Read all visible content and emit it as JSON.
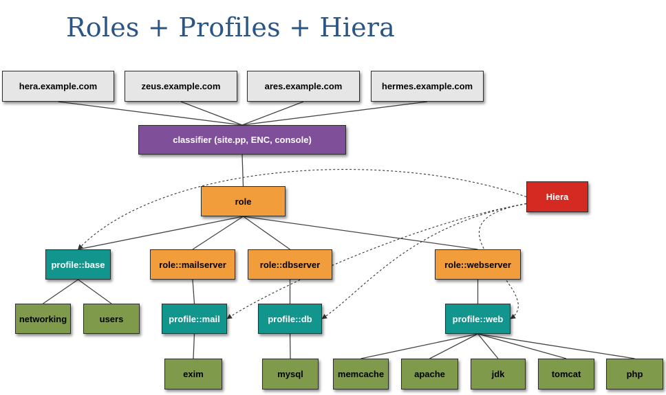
{
  "title": "Roles + Profiles + Hiera",
  "colors": {
    "title": "#2a5585",
    "host": "#e6e6e6",
    "classifier": "#7f4f9a",
    "role": "#f29d3c",
    "hiera": "#d42a22",
    "profile": "#11958c",
    "component": "#7f9a4a"
  },
  "diagram": {
    "nodes": {
      "hera": "hera.example.com",
      "zeus": "zeus.example.com",
      "ares": "ares.example.com",
      "hermes": "hermes.example.com",
      "classifier": "classifier (site.pp, ENC, console)",
      "role": "role",
      "hiera": "Hiera",
      "profile_base": "profile::base",
      "role_mailserver": "role::mailserver",
      "role_dbserver": "role::dbserver",
      "role_webserver": "role::webserver",
      "networking": "networking",
      "users": "users",
      "profile_mail": "profile::mail",
      "profile_db": "profile::db",
      "profile_web": "profile::web",
      "exim": "exim",
      "mysql": "mysql",
      "memcache": "memcache",
      "apache": "apache",
      "jdk": "jdk",
      "tomcat": "tomcat",
      "php": "php"
    },
    "edges": [
      [
        "hera",
        "classifier"
      ],
      [
        "zeus",
        "classifier"
      ],
      [
        "ares",
        "classifier"
      ],
      [
        "hermes",
        "classifier"
      ],
      [
        "classifier",
        "role"
      ],
      [
        "role",
        "profile_base"
      ],
      [
        "role",
        "role_mailserver"
      ],
      [
        "role",
        "role_dbserver"
      ],
      [
        "role",
        "role_webserver"
      ],
      [
        "profile_base",
        "networking"
      ],
      [
        "profile_base",
        "users"
      ],
      [
        "role_mailserver",
        "profile_mail"
      ],
      [
        "role_dbserver",
        "profile_db"
      ],
      [
        "role_webserver",
        "profile_web"
      ],
      [
        "profile_mail",
        "exim"
      ],
      [
        "profile_db",
        "mysql"
      ],
      [
        "profile_web",
        "memcache"
      ],
      [
        "profile_web",
        "apache"
      ],
      [
        "profile_web",
        "jdk"
      ],
      [
        "profile_web",
        "tomcat"
      ],
      [
        "profile_web",
        "php"
      ]
    ],
    "data_flows": [
      [
        "hiera",
        "profile_base"
      ],
      [
        "hiera",
        "profile_mail"
      ],
      [
        "hiera",
        "profile_db"
      ],
      [
        "hiera",
        "profile_web"
      ]
    ]
  }
}
